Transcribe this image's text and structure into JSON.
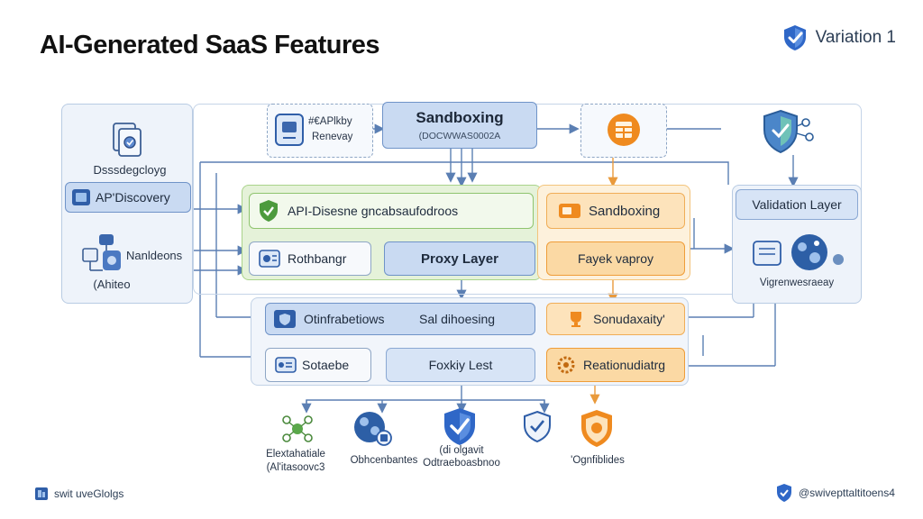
{
  "title": "AI-Generated SaaS Features",
  "badge": {
    "label": "Variation 1"
  },
  "left_panel": {
    "caption": "Dsssdegcloyg",
    "discovery_button": "AP'Discovery",
    "side_label": "Nanldeons",
    "bottom_label": "(Ahiteo"
  },
  "top": {
    "gateway_line1": "#€APlkby",
    "gateway_line2": "Renevay",
    "sandboxing_title": "Sandboxing",
    "sandboxing_sub": "(DOCWWAS0002A"
  },
  "green_group": {
    "header": "API-Disesne gncabsaufodroos",
    "left_box": "Rothbangr",
    "proxy": "Proxy Layer"
  },
  "orange_group": {
    "header": "Sandboxing",
    "box": "Fayek vaproy"
  },
  "right_panel": {
    "validation": "Validation Layer",
    "caption": "Vigrenwesraeay"
  },
  "lower_group": {
    "row1_left": "Otinfrabetiows",
    "row1_mid": "Sal dihoesing",
    "row1_right": "Sonudaxaity'",
    "row2_left": "Sotaebe",
    "row2_mid": "Foxkiy Lest",
    "row2_right": "Reationudiatrg"
  },
  "bottom_icons": {
    "item1_line1": "Elextahatiale",
    "item1_line2": "(Al'itasoovc3",
    "item2": "Obhcenbantes",
    "item3_line1": "(di olgavit",
    "item3_line2": "Odtraeboasbnoo",
    "item5": "'Ognfiblides"
  },
  "footer": {
    "left": "swit uveGlolgs",
    "right": "@swivepttaltitoens4"
  },
  "colors": {
    "blue_fill": "#c9daf2",
    "blue_stroke": "#6f93c8",
    "green_fill": "#e5f2d9",
    "orange_fill": "#fbd9a4",
    "orange_stroke": "#ef9d39",
    "arrow": "#5b7fb3"
  }
}
